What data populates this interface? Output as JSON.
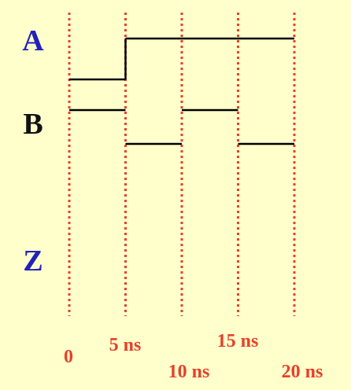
{
  "diagram": {
    "signals": [
      {
        "name": "A",
        "label_color": "#2222bb"
      },
      {
        "name": "B",
        "label_color": "#111111"
      },
      {
        "name": "Z",
        "label_color": "#2222bb"
      }
    ],
    "time_markers": [
      {
        "label": "0",
        "t": 0
      },
      {
        "label": "5 ns",
        "t": 5
      },
      {
        "label": "10 ns",
        "t": 10
      },
      {
        "label": "15 ns",
        "t": 15
      },
      {
        "label": "20 ns",
        "t": 20
      }
    ],
    "waveforms": {
      "A": [
        {
          "t_start": 0,
          "t_end": 5,
          "level": 0
        },
        {
          "t_start": 5,
          "t_end": 20,
          "level": 1
        }
      ],
      "B": [
        {
          "t_start": 0,
          "t_end": 5,
          "level": 1
        },
        {
          "t_start": 5,
          "t_end": 10,
          "level": 0
        },
        {
          "t_start": 10,
          "t_end": 15,
          "level": 1
        },
        {
          "t_start": 15,
          "t_end": 20,
          "level": 0
        }
      ],
      "Z": []
    },
    "colors": {
      "background": "#ffffcc",
      "marker_line": "#e8402a",
      "time_label": "#e8402a",
      "waveform": "#000000"
    }
  }
}
